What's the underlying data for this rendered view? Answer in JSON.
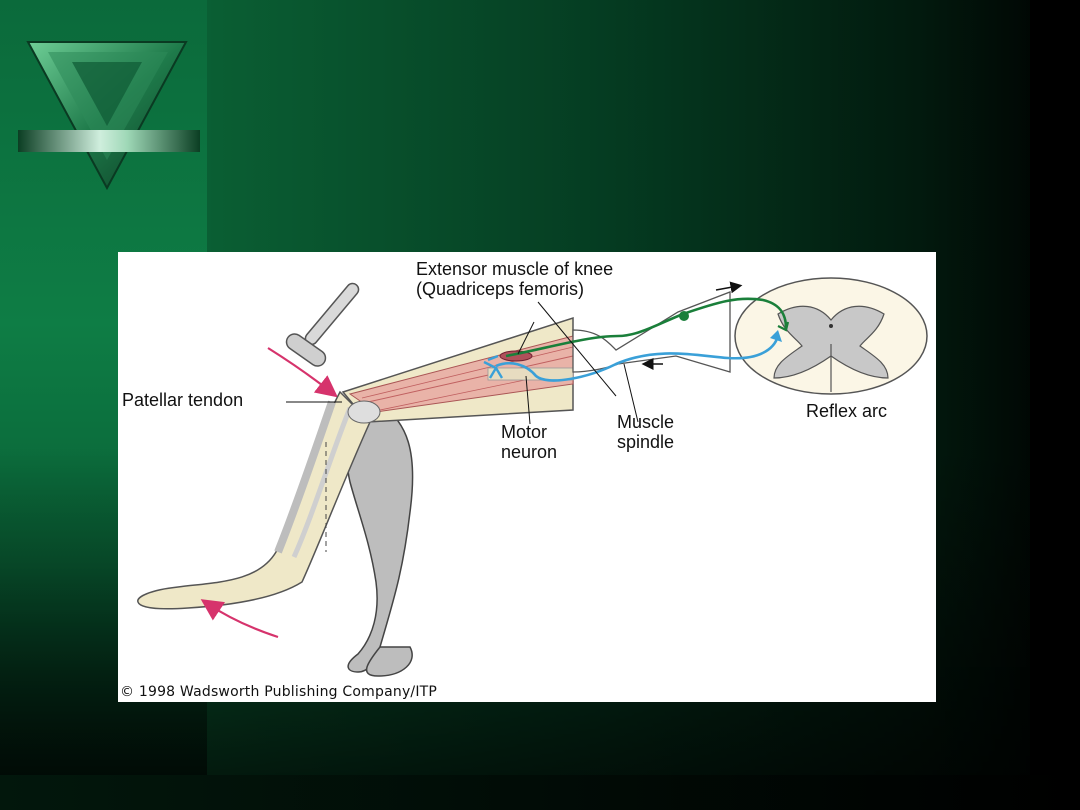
{
  "slide": {
    "labels": {
      "extensor_line1": "Extensor muscle of knee",
      "extensor_line2": "(Quadriceps femoris)",
      "patellar_tendon": "Patellar tendon",
      "motor_neuron_line1": "Motor",
      "motor_neuron_line2": "neuron",
      "muscle_spindle_line1": "Muscle",
      "muscle_spindle_line2": "spindle",
      "reflex_arc": "Reflex arc"
    },
    "credit": "© 1998 Wadsworth Publishing Company/ITP"
  },
  "colors": {
    "sensory_neuron": "#1a7f3a",
    "motor_neuron": "#3aa0d8",
    "arrow": "#d6336c",
    "skin": "#efe8c8",
    "muscle": "#e9b3a8",
    "gray_matter": "#c8c8c8"
  }
}
